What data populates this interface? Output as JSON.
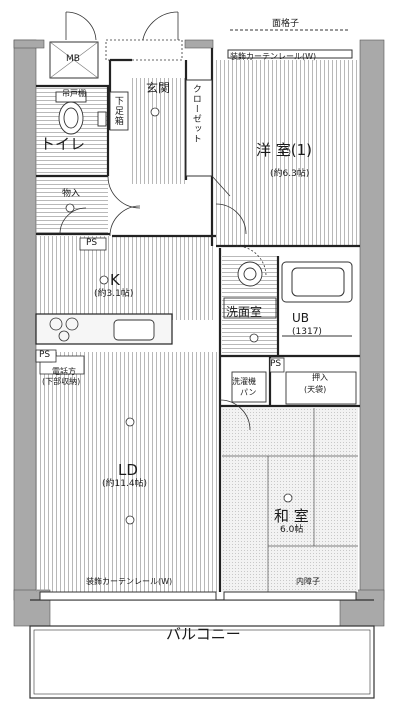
{
  "rooms": {
    "western": {
      "name": "洋 室(1)",
      "area": "(約6.3帖)"
    },
    "kitchen": {
      "name": "K",
      "area": "(約3.1帖)"
    },
    "ld": {
      "name": "LD",
      "area": "(約11.4帖)"
    },
    "japanese": {
      "name": "和 室",
      "area": "6.0帖"
    },
    "washroom": {
      "name": "洗面室"
    },
    "ub": {
      "name": "UB",
      "size": "(1317)"
    },
    "toilet": {
      "name": "トイレ"
    },
    "entrance": {
      "name": "玄関"
    },
    "balcony": {
      "name": "バルコニー"
    }
  },
  "labels": {
    "mb": "MB",
    "lattice": "面格子",
    "curtain_rail_top": "装飾カーテンレール(W)",
    "curtain_rail_bottom": "装飾カーテンレール(W)",
    "hanging_shelf": "吊戸棚",
    "shoe_box": "下足箱",
    "closet": "クローゼット",
    "storage": "物入",
    "ps_top": "PS",
    "ps_kitchen": "PS",
    "ps_bath": "PS",
    "panel_line1": "電話方",
    "panel_line2": "(下部収納)",
    "laundry_line1": "洗濯機",
    "laundry_line2": "パン",
    "oshiire_line1": "押入",
    "oshiire_line2": "(天袋)",
    "inner_shoji": "内障子"
  }
}
